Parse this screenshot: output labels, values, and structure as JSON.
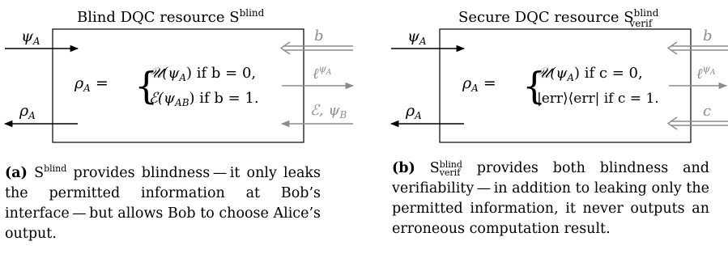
{
  "panel_a": {
    "title": "Blind DQC resource S",
    "title_sup": "blind",
    "left_in": "ψ",
    "left_in_sub": "A",
    "left_out": "ρ",
    "left_out_sub": "A",
    "eq_lhs": "ρ",
    "eq_lhs_sub": "A",
    "case1": "𝒰(ψ",
    "case1_sub": "A",
    "case1_tail": ") if b = 0,",
    "case2": "ℰ(ψ",
    "case2_sub": "AB",
    "case2_tail": ") if b = 1.",
    "right_in_1": "b",
    "right_out_1": "ℓ",
    "right_out_1_sup": "ψ",
    "right_out_1_supsub": "A",
    "right_in_2": "ℰ, ψ",
    "right_in_2_sub": "B",
    "caption_label": "(a)",
    "caption_s": "S",
    "caption_s_sup": "blind",
    "caption_text": " provides blindness — it only leaks the permitted information at Bob’s interface — but allows Bob to choose Alice’s output."
  },
  "panel_b": {
    "title": "Secure DQC resource S",
    "title_sup": "blind",
    "title_sub": "verif",
    "left_in": "ψ",
    "left_in_sub": "A",
    "left_out": "ρ",
    "left_out_sub": "A",
    "eq_lhs": "ρ",
    "eq_lhs_sub": "A",
    "case1": "𝒰(ψ",
    "case1_sub": "A",
    "case1_tail": ") if c = 0,",
    "case2": "|err⟩⟨err| if c = 1.",
    "right_in_1": "b",
    "right_out_1": "ℓ",
    "right_out_1_sup": "ψ",
    "right_out_1_supsub": "A",
    "right_in_2": "c",
    "caption_label": "(b)",
    "caption_s": "S",
    "caption_s_sup": "blind",
    "caption_s_sub": "verif",
    "caption_text": " provides both blindness and verifiability — in addition to leaking only the permitted information, it never outputs an erroneous computation result."
  },
  "colors": {
    "black": "#000000",
    "gray": "#8c8c8c"
  }
}
